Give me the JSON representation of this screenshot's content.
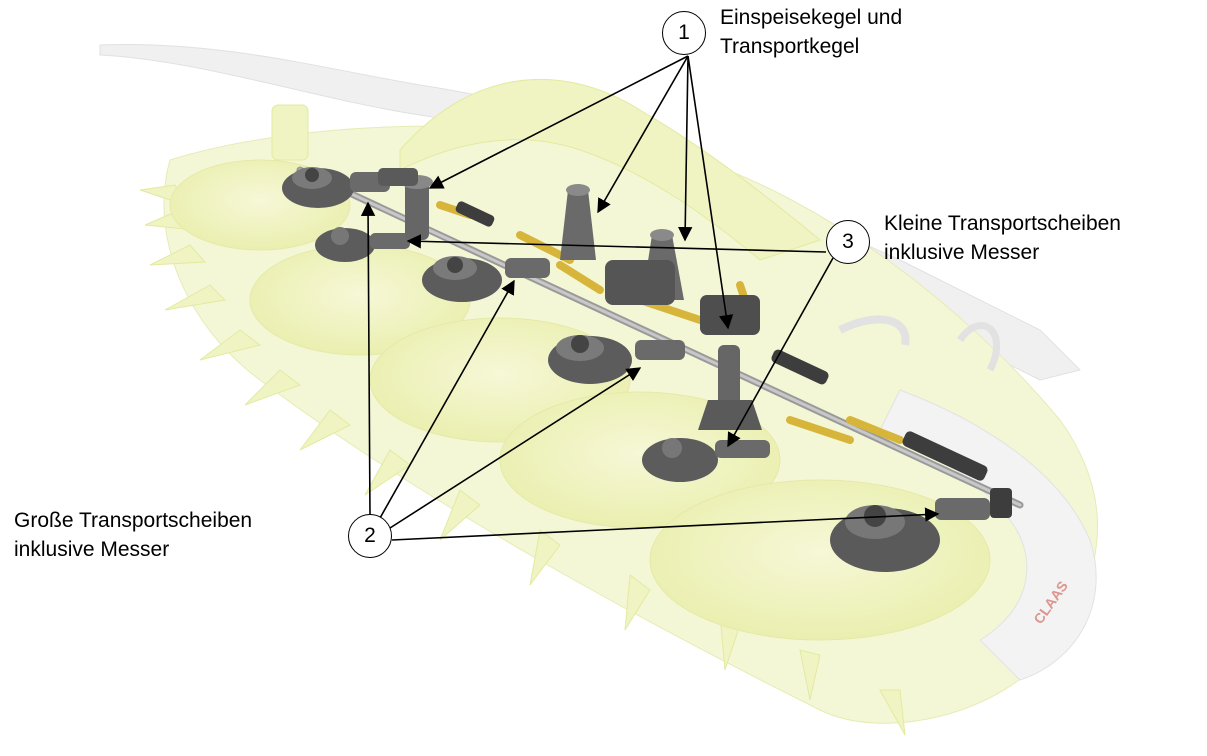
{
  "callouts": [
    {
      "number": "1",
      "label_lines": [
        "Einspeisekegel und",
        "Transportkegel"
      ]
    },
    {
      "number": "2",
      "label_lines": [
        "Große Transportscheiben",
        "inklusive Messer"
      ]
    },
    {
      "number": "3",
      "label_lines": [
        "Kleine Transportscheiben",
        "inklusive Messer"
      ]
    }
  ],
  "brand_mark": "CLAAS",
  "colors": {
    "header_yellow": "#eef2b8",
    "header_yellow_dark": "#dfe78f",
    "frame_grey": "#e6e6e6",
    "drive_grey": "#6e6e6e",
    "drive_dark": "#4a4a4a",
    "shaft_yellow": "#d7b53a",
    "arrow": "#000000",
    "brand_red": "#c9564b"
  }
}
